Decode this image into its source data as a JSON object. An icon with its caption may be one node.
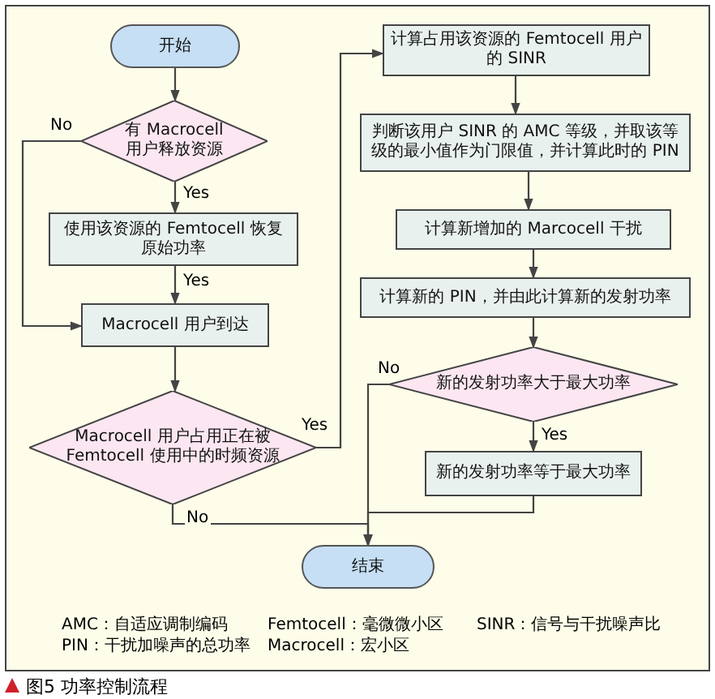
{
  "diagram": {
    "caption": "图5 功率控制流程",
    "nodes": [
      {
        "text": [
          "开始"
        ]
      },
      {
        "text": [
          "有 Macrocell 用户释放资源"
        ]
      },
      {
        "text": [
          "使用该资源的 Femtocell 恢复原始功率"
        ]
      },
      {
        "text": [
          "Macrocell 用户到达"
        ]
      },
      {
        "text": [
          "Macrocell 用户占用正在被 Femtocell 使用中的时频资源"
        ]
      },
      {
        "text": [
          "计算占用该资源的 Femtocell 用户的 SINR"
        ]
      },
      {
        "text": [
          "判断该用户 SINR 的 AMC 等级，并取该等级的最小值作为门限值，并计算此时的 PIN"
        ]
      },
      {
        "text": [
          "计算新增加的 Marcocell 干扰"
        ]
      },
      {
        "text": [
          "计算新的 PIN，并由此计算新的发射功率"
        ]
      },
      {
        "text": [
          "新的发射功率大于最大功率"
        ]
      },
      {
        "text": [
          "新的发射功率等于最大功率"
        ]
      },
      {
        "text": [
          "结束"
        ]
      }
    ],
    "edges": [
      {
        "from": 0,
        "to": 1,
        "arrow": "to"
      },
      {
        "from": 1,
        "to": 2,
        "arrow": "to",
        "label": "Yes"
      },
      {
        "from": 2,
        "to": 3,
        "arrow": "to",
        "label": "Yes"
      },
      {
        "from": 1,
        "to": 3,
        "arrow": "to",
        "label": "No"
      },
      {
        "from": 3,
        "to": 4,
        "arrow": "to"
      },
      {
        "from": 4,
        "to": 5,
        "arrow": "to",
        "label": "Yes"
      },
      {
        "from": 4,
        "to": 11,
        "arrow": "to",
        "label": "No"
      },
      {
        "from": 5,
        "to": 6,
        "arrow": "to"
      },
      {
        "from": 6,
        "to": 7,
        "arrow": "to"
      },
      {
        "from": 7,
        "to": 8,
        "arrow": "to"
      },
      {
        "from": 8,
        "to": 9,
        "arrow": "to"
      },
      {
        "from": 9,
        "to": 10,
        "arrow": "to",
        "label": "Yes"
      },
      {
        "from": 9,
        "to": 11,
        "arrow": "to",
        "label": "No"
      },
      {
        "from": 10,
        "to": 11,
        "arrow": "to"
      }
    ],
    "labels": [
      "AMC：自适应调制编码",
      "Femtocell：毫微微小区",
      "SINR：信号与干扰噪声比",
      "PIN：干扰加噪声的总功率",
      "Macrocell：宏小区"
    ]
  }
}
